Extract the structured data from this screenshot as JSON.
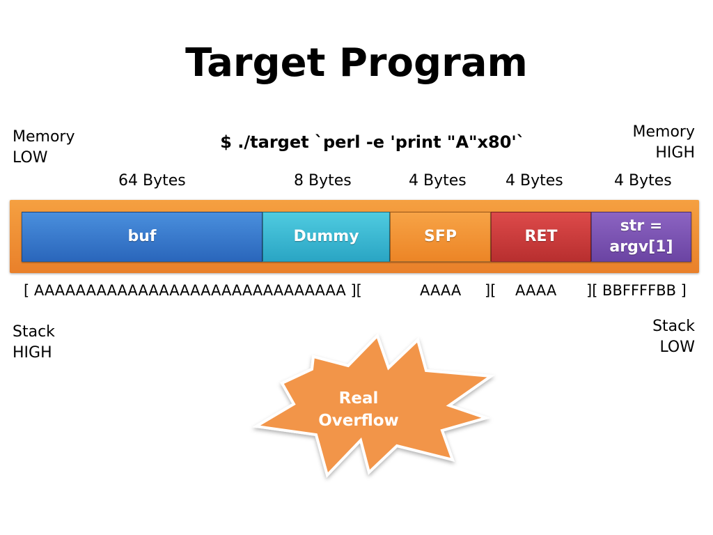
{
  "title": "Target Program",
  "command": "$ ./target `perl -e 'print \"A\"x80'`",
  "memory_low": {
    "line1": "Memory",
    "line2": "LOW"
  },
  "memory_high": {
    "line1": "Memory",
    "line2": "HIGH"
  },
  "stack_high": {
    "line1": "Stack",
    "line2": "HIGH"
  },
  "stack_low": {
    "line1": "Stack",
    "line2": "LOW"
  },
  "byte_sizes": [
    "64 Bytes",
    "8 Bytes",
    "4 Bytes",
    "4 Bytes",
    "4 Bytes"
  ],
  "blocks": [
    {
      "label": "buf"
    },
    {
      "label": "Dummy"
    },
    {
      "label": "SFP"
    },
    {
      "label": "RET"
    },
    {
      "label": "str =",
      "label2": "argv[1]"
    }
  ],
  "payload": [
    "[ AAAAAAAAAAAAAAAAAAAAAAAAAAAAAA ][",
    "AAAA",
    "][",
    "AAAA",
    "][ BBFFFFBB ]"
  ],
  "burst": {
    "line1": "Real",
    "line2": "Overflow"
  },
  "colors": {
    "frame": "#e9802a",
    "buf": "#2a66bb",
    "dummy": "#2aa5c4",
    "sfp": "#ec8526",
    "ret": "#b82f2f",
    "str": "#6b44a3",
    "burst": "#f2954a"
  }
}
